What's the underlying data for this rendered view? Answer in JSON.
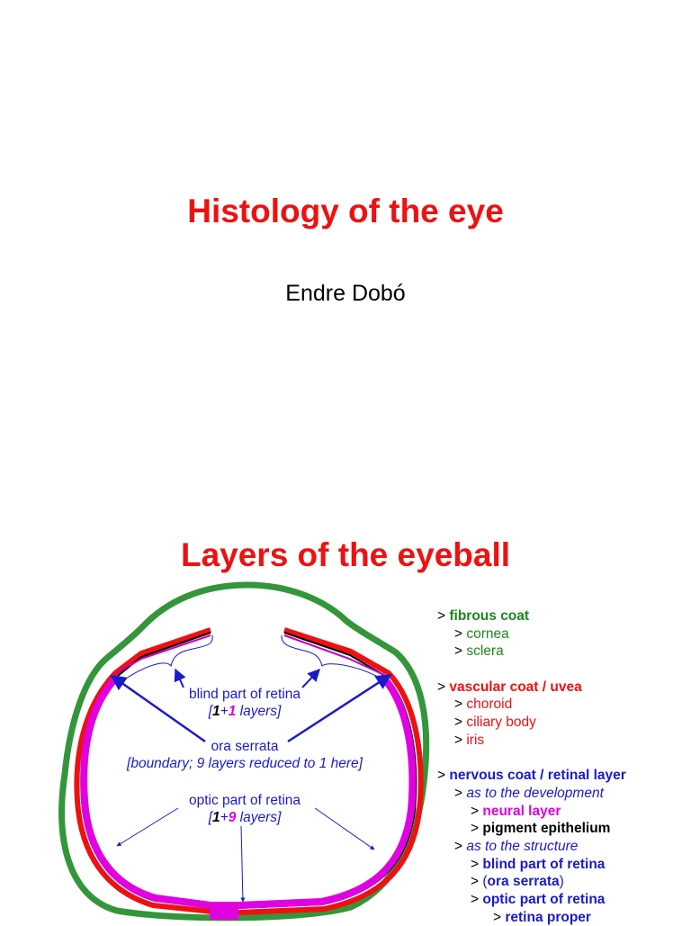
{
  "slide1": {
    "title": "Histology of the eye",
    "author": "Endre Dobó"
  },
  "slide2": {
    "title": "Layers of the eyeball",
    "diagram": {
      "blind_label": "blind part of retina",
      "blind_layers": {
        "open": "[",
        "n1": "1",
        "plus": "+",
        "n2": "1",
        "rest": " layers]"
      },
      "ora_label": "ora serrata",
      "ora_note": "[boundary; 9 layers reduced to 1 here]",
      "optic_label": "optic part of retina",
      "optic_layers": {
        "open": "[",
        "n1": "1",
        "plus": "+",
        "n2": "9",
        "rest": " layers]"
      }
    },
    "legend": {
      "fibrous": {
        "marker": "> ",
        "label": "fibrous coat",
        "items": [
          "cornea",
          "sclera"
        ]
      },
      "vascular": {
        "marker": "> ",
        "label": "vascular coat / uvea",
        "items": [
          "choroid",
          "ciliary body",
          "iris"
        ]
      },
      "nervous": {
        "marker": "> ",
        "label": "nervous coat / retinal layer",
        "development": {
          "label": "as to the development",
          "items": [
            "neural layer",
            "pigment epithelium"
          ]
        },
        "structure": {
          "label": "as to the structure",
          "items": [
            "blind part of retina",
            "ora serrata",
            "optic part of retina"
          ],
          "sub": "retina proper"
        }
      }
    },
    "colors": {
      "fibrous": "#1a8a1a",
      "vascular": "#ee1111",
      "nervous": "#1a1acc",
      "neural": "#dd00dd",
      "pigment": "#000000"
    }
  }
}
